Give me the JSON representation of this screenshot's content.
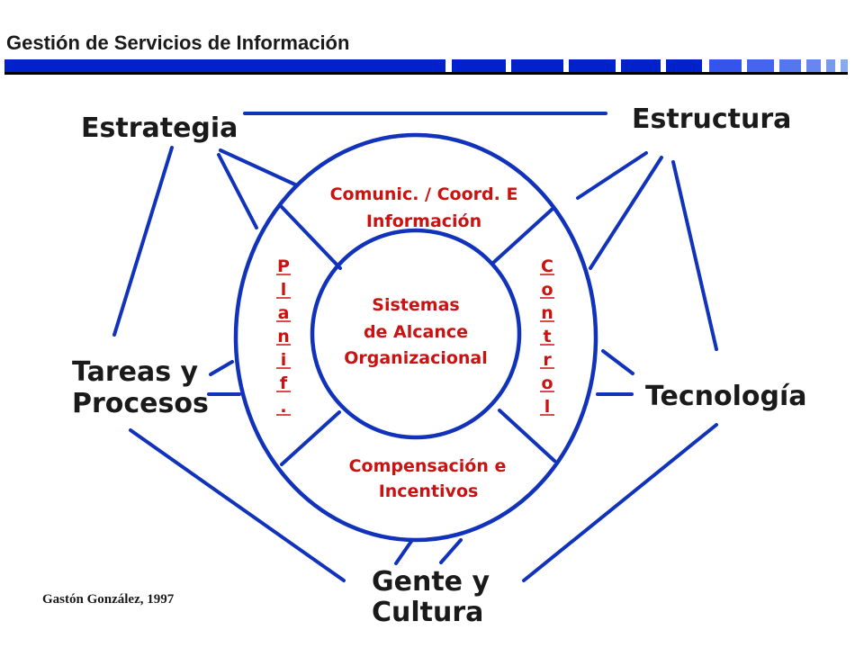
{
  "header": {
    "title": "Gestión de Servicios de Información"
  },
  "nodes": {
    "estrategia": "Estrategia",
    "estructura": "Estructura",
    "tareas": [
      "Tareas y",
      "Procesos"
    ],
    "tecnologia": "Tecnología",
    "gente": [
      "Gente y",
      "Cultura"
    ]
  },
  "ring": {
    "top": [
      "Comunic. / Coord. E",
      "Información"
    ],
    "bottom": [
      "Compensación e",
      "Incentivos"
    ],
    "left_vertical": [
      "P",
      "l",
      "a",
      "n",
      "i",
      "f",
      "."
    ],
    "right_vertical": [
      "C",
      "o",
      "n",
      "t",
      "r",
      "o",
      "l"
    ]
  },
  "center": [
    "Sistemas",
    "de Alcance",
    "Organizacional"
  ],
  "credit": "Gastón González, 1997",
  "colors": {
    "accent": "#1133bb",
    "label_red": "#cc1111",
    "text": "#1a1a1a"
  }
}
